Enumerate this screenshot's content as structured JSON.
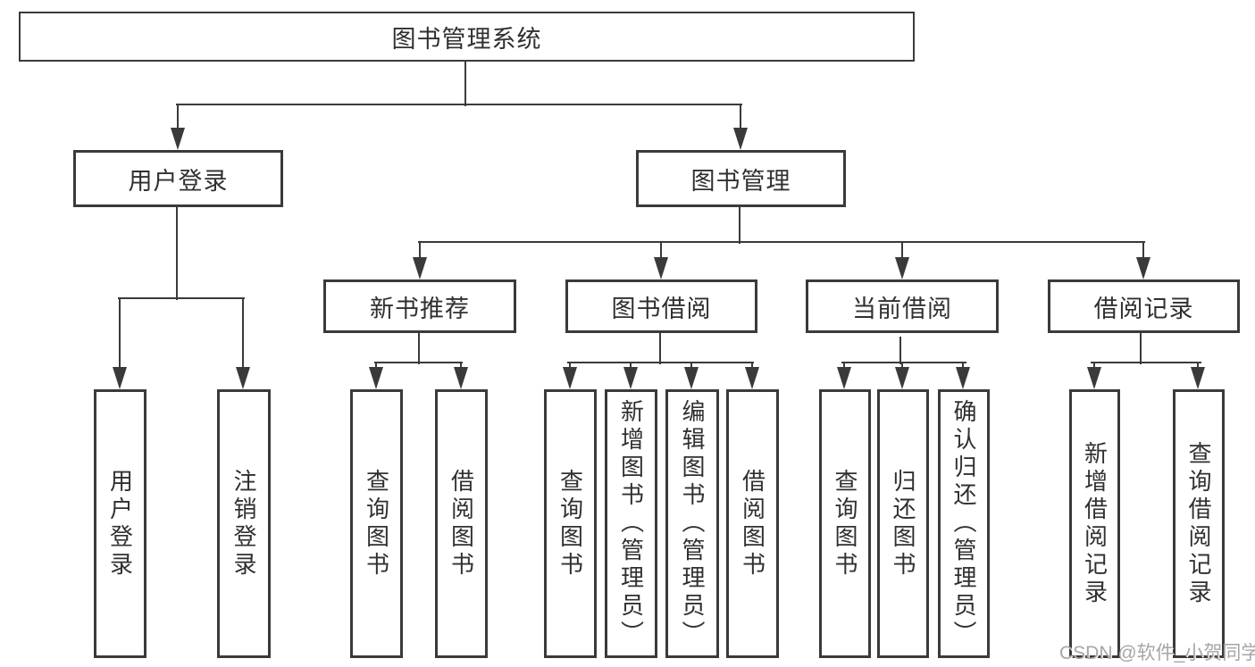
{
  "diagram": {
    "title": "图书管理系统",
    "level2": [
      {
        "label": "用户登录"
      },
      {
        "label": "图书管理"
      }
    ],
    "level3": [
      {
        "label": "新书推荐"
      },
      {
        "label": "图书借阅"
      },
      {
        "label": "当前借阅"
      },
      {
        "label": "借阅记录"
      }
    ],
    "leaves": {
      "user_login": [
        {
          "label": "用户登录"
        },
        {
          "label": "注销登录"
        }
      ],
      "new_book_recommend": [
        {
          "label": "查询图书"
        },
        {
          "label": "借阅图书"
        }
      ],
      "book_borrow": [
        {
          "label": "查询图书"
        },
        {
          "label": "新增图书（管理员）"
        },
        {
          "label": "编辑图书（管理员）"
        },
        {
          "label": "借阅图书"
        }
      ],
      "current_borrow": [
        {
          "label": "查询图书"
        },
        {
          "label": "归还图书"
        },
        {
          "label": "确认归还（管理员）"
        }
      ],
      "borrow_record": [
        {
          "label": "新增借阅记录"
        },
        {
          "label": "查询借阅记录"
        }
      ]
    }
  },
  "watermark": {
    "text": "CSDN @软件_小贺同学"
  },
  "colors": {
    "line": "#3a3a3a",
    "text": "#303030",
    "watermark": "#a6a6a6",
    "background": "#ffffff"
  }
}
